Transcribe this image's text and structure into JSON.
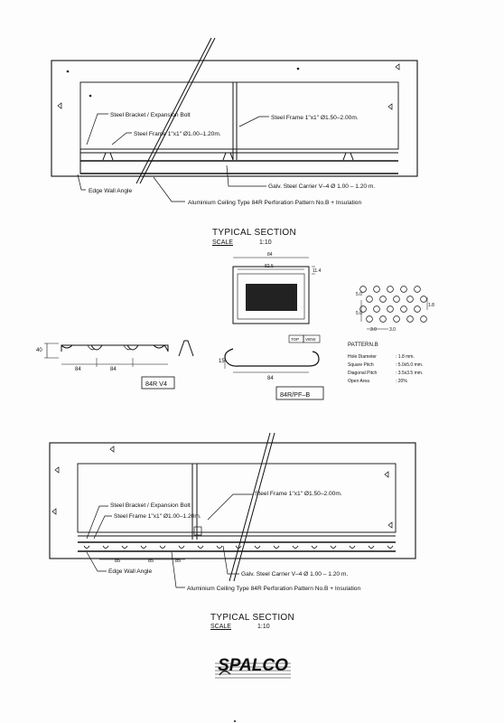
{
  "colors": {
    "ink": "#111111",
    "paper": "#fdfdfd"
  },
  "section_top": {
    "labels": {
      "bracket": "Steel Bracket / Expansion Bolt",
      "frame_a": "Steel Frame 1\"x1\" Ø1.00–1.20m.",
      "frame_b": "Steel Frame 1\"x1\" Ø1.50–2.00m.",
      "edge": "Edge Wall Angle",
      "carrier": "Galv. Steel Carrier V–4 Ø 1.00 – 1.20 m.",
      "ceiling": "Aluminium Ceiling Type 84R Perforation Pattern No.B + Insulation"
    },
    "title": "TYPICAL SECTION",
    "scale_label": "SCALE",
    "scale_value": "1:10"
  },
  "details": {
    "carrier": {
      "height": "40",
      "pitch_1": "84",
      "pitch_2": "84",
      "name": "84R V4"
    },
    "panel_top": {
      "width": "84",
      "inner": "82.5",
      "edge": "11.4"
    },
    "panel_view": {
      "top": "TOP",
      "view": "VIEW"
    },
    "panel_profile": {
      "height": "15",
      "width": "84",
      "name": "84R/PF–B"
    },
    "pattern": {
      "title": "PATTERN.B",
      "dim_a": "5.0",
      "dim_b": "5.0",
      "dim_c": "3.0",
      "dim_d": "3.0",
      "dim_e": "1.8",
      "spec": [
        {
          "label": "Hole Diameter",
          "value": ": 1.8 mm."
        },
        {
          "label": "Square Pitch",
          "value": ": 5.0x5.0 mm."
        },
        {
          "label": "Diagonal Pitch",
          "value": ": 3.5x3.5 mm."
        },
        {
          "label": "Open Area",
          "value": ": 20%"
        }
      ]
    }
  },
  "section_bottom": {
    "labels": {
      "bracket": "Steel Bracket / Expansion Bolt",
      "frame_a": "Steel Frame 1\"x1\" Ø1.00–1.20m.",
      "frame_b": "Steel Frame 1\"x1\" Ø1.50–2.00m.",
      "edge": "Edge Wall Angle",
      "carrier": "Galv. Steel Carrier V–4 Ø 1.00 – 1.20 m.",
      "ceiling": "Aluminium Ceiling Type 84R Perforation Pattern No.B + Insulation",
      "pitch_1": "85",
      "pitch_2": "85",
      "pitch_3": "85"
    },
    "title": "TYPICAL SECTION",
    "scale_label": "SCALE",
    "scale_value": "1:10"
  },
  "logo": {
    "text": "SPALCO"
  }
}
